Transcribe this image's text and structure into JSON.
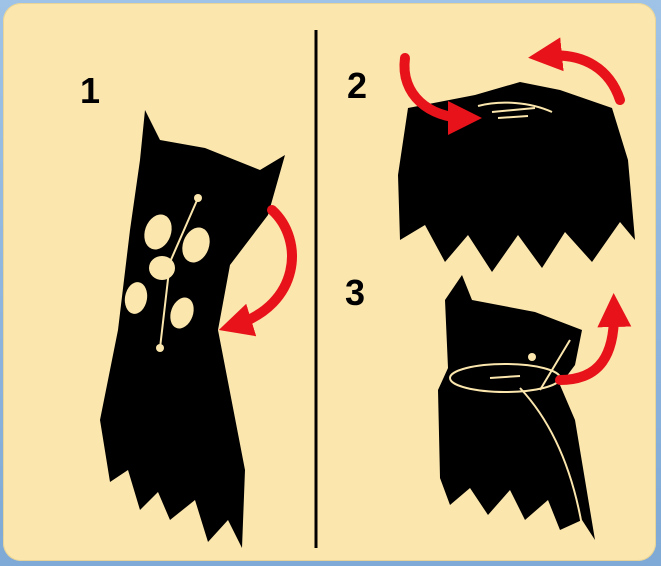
{
  "steps": [
    {
      "number": "1"
    },
    {
      "number": "2"
    },
    {
      "number": "3"
    }
  ],
  "colors": {
    "background": "#fbe6ad",
    "frame": "#8fb6df",
    "arrow": "#e8121b",
    "cape": "#000000"
  }
}
